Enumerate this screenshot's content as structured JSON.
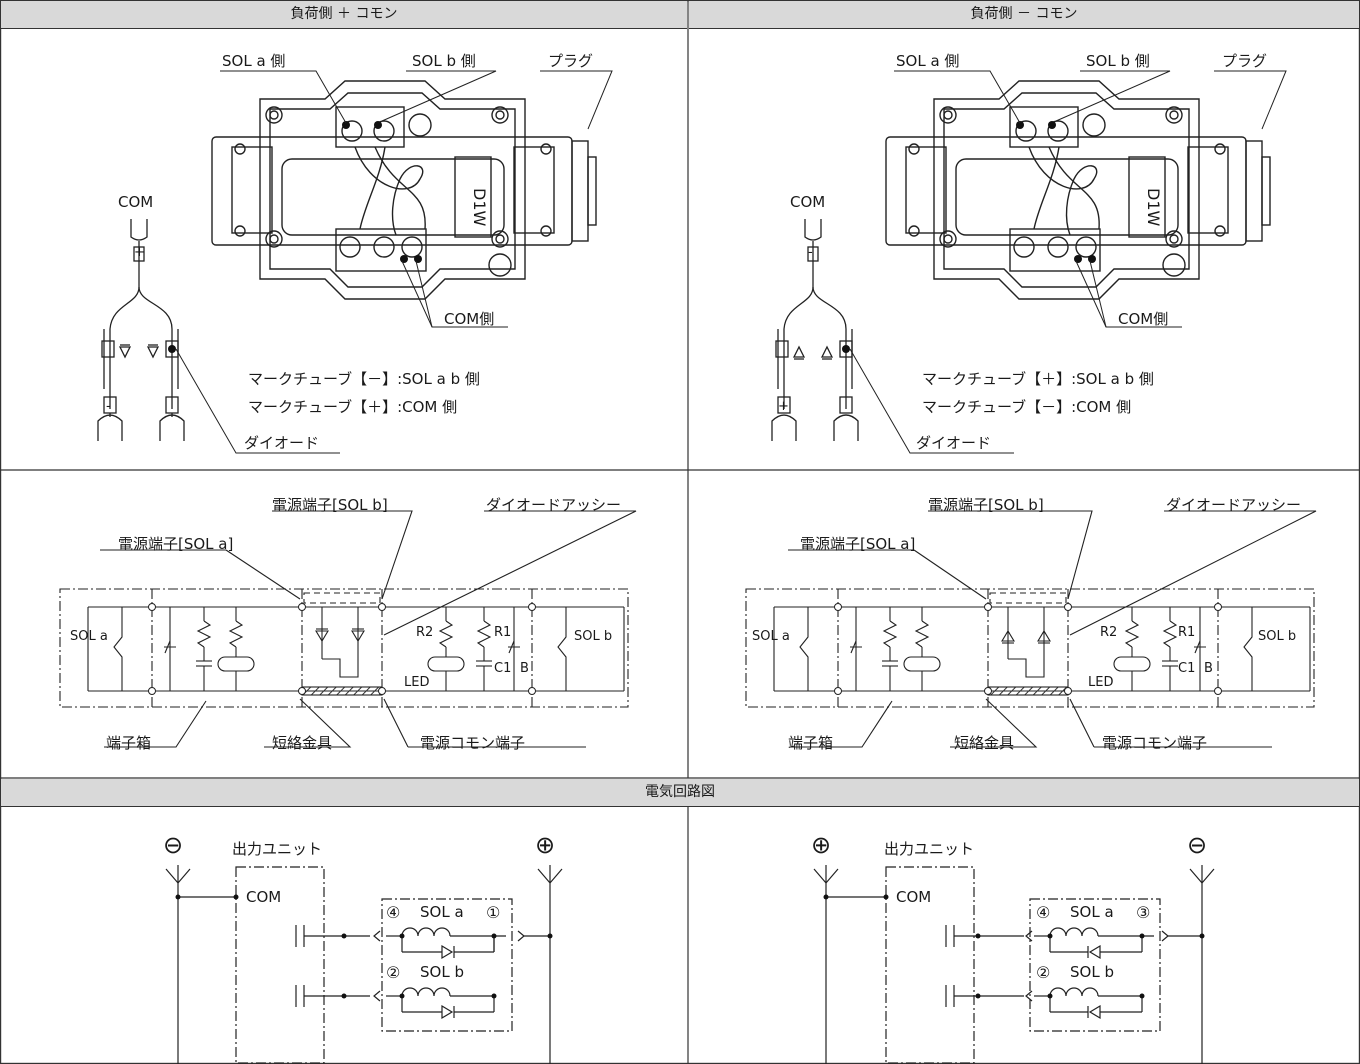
{
  "headers": {
    "plus_common": "負荷側 ＋ コモン",
    "minus_common": "負荷側 － コモン",
    "circuit": "電気回路図"
  },
  "left": {
    "sol_a_side": "SOL a 側",
    "sol_b_side": "SOL b 側",
    "plug": "プラグ",
    "com": "COM",
    "com_side": "COM側",
    "tube_1": "マークチューブ【－】:SOL a b 側",
    "tube_2": "マークチューブ【＋】:COM 側",
    "diode": "ダイオード",
    "model": "D1W",
    "wire_mark_top": "+",
    "wire_mark_bottom": "-",
    "pt_sol_b": "電源端子[SOL b]",
    "pt_sol_a": "電源端子[SOL a]",
    "diode_assy": "ダイオードアッシー",
    "sol_a": "SOL a",
    "sol_b": "SOL b",
    "r2": "R2",
    "r1": "R1",
    "c1": "C1",
    "b": "B",
    "led": "LED",
    "terminal_box": "端子箱",
    "short_bar": "短絡金具",
    "common_terminal": "電源コモン端子"
  },
  "right": {
    "sol_a_side": "SOL a 側",
    "sol_b_side": "SOL b 側",
    "plug": "プラグ",
    "com": "COM",
    "com_side": "COM側",
    "tube_1": "マークチューブ【＋】:SOL a b 側",
    "tube_2": "マークチューブ【－】:COM 側",
    "diode": "ダイオード",
    "model": "D1W",
    "wire_mark_top": "-",
    "wire_mark_bottom": "+",
    "pt_sol_b": "電源端子[SOL b]",
    "pt_sol_a": "電源端子[SOL a]",
    "diode_assy": "ダイオードアッシー",
    "sol_a": "SOL a",
    "sol_b": "SOL b",
    "r2": "R2",
    "r1": "R1",
    "c1": "C1",
    "b": "B",
    "led": "LED",
    "terminal_box": "端子箱",
    "short_bar": "短絡金具",
    "common_terminal": "電源コモン端子"
  },
  "circuit_left": {
    "sym_left": "⊖",
    "sym_right": "⊕",
    "output_unit": "出力ユニット",
    "com": "COM",
    "n4": "④",
    "sol_a": "SOL a",
    "n_right": "①",
    "n2": "②",
    "sol_b": "SOL b"
  },
  "circuit_right": {
    "sym_left": "⊕",
    "sym_right": "⊖",
    "output_unit": "出力ユニット",
    "com": "COM",
    "n4": "④",
    "sol_a": "SOL a",
    "n_right": "③",
    "n2": "②",
    "sol_b": "SOL b"
  }
}
